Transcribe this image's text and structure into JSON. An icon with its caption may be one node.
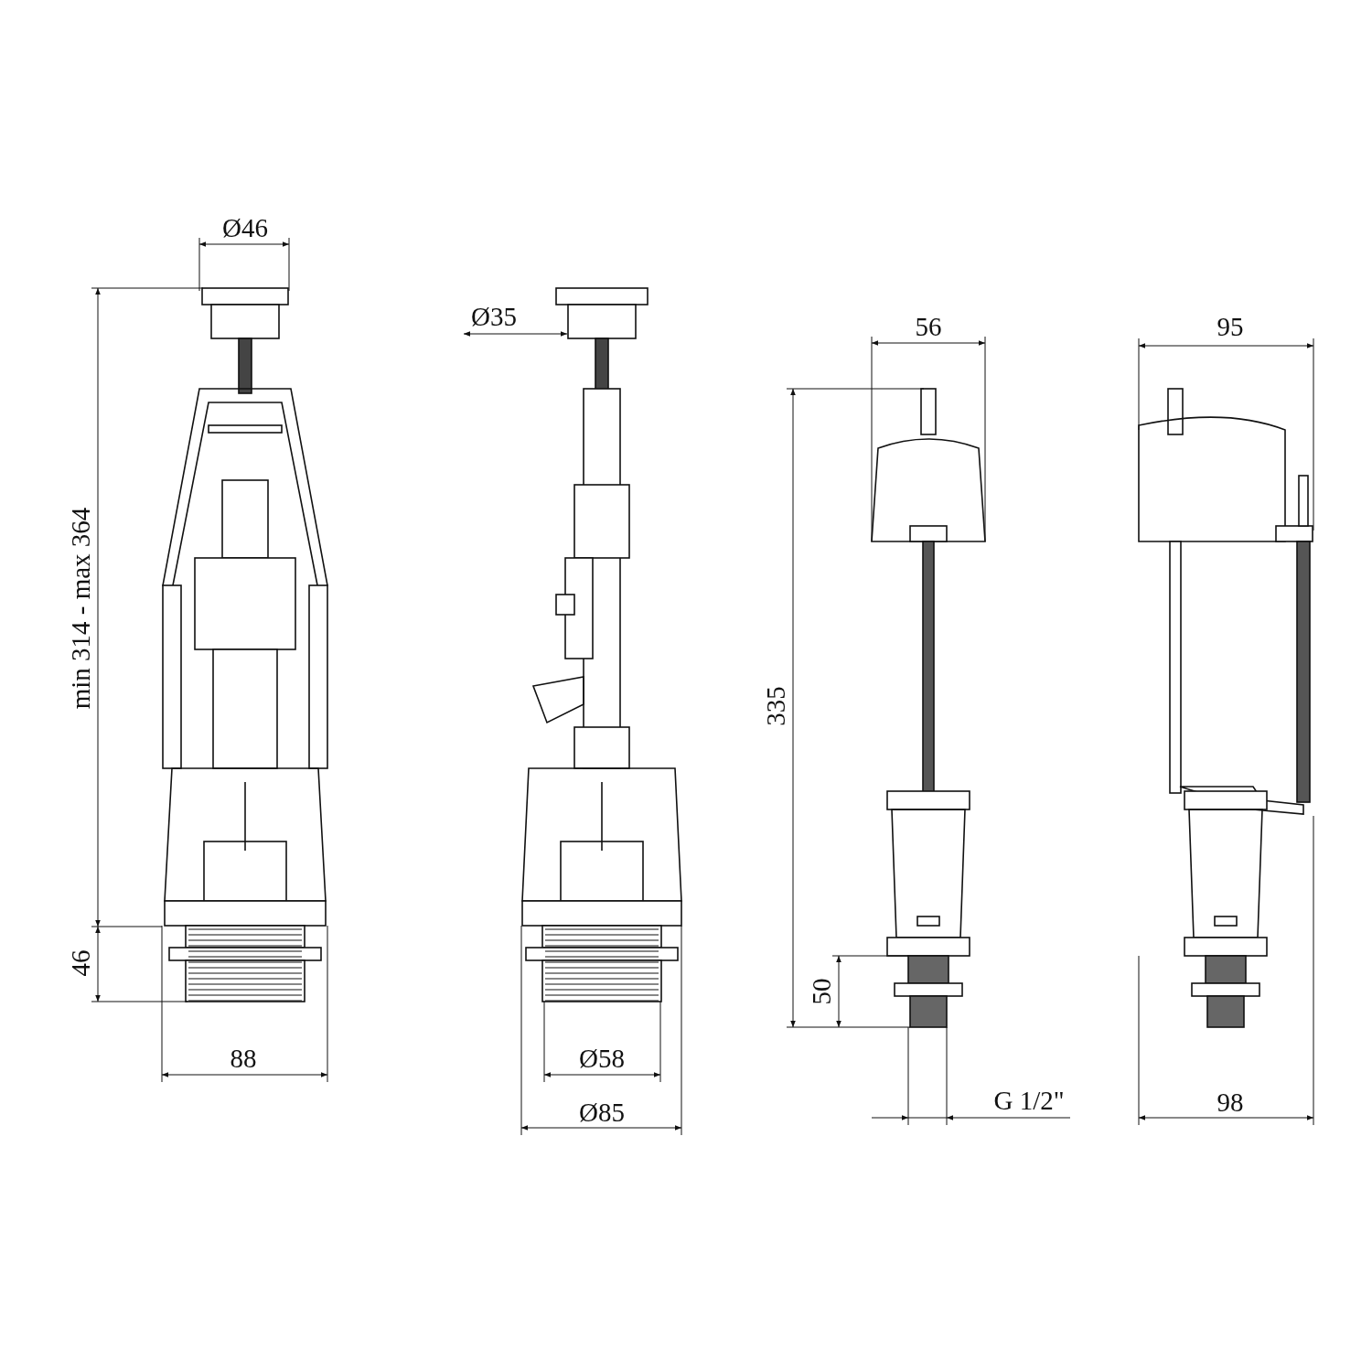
{
  "diagram": {
    "labels": [
      "Ø46",
      "Ø35",
      "56",
      "95",
      "min 314 - max 364",
      "335",
      "46",
      "50",
      "88",
      "Ø58",
      "Ø85",
      "G 1/2\"",
      "98"
    ]
  }
}
